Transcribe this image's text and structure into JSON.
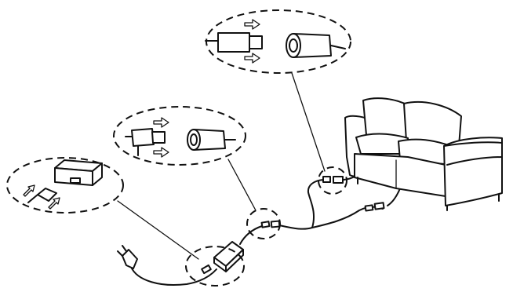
{
  "diagram": {
    "callouts": [
      {
        "name": "plug-to-adapter-connection",
        "icons": [
          "adapter-icon",
          "plug-connector-icon",
          "arrow-icon",
          "arrow-icon"
        ]
      },
      {
        "name": "adapter-to-cable-connection",
        "icons": [
          "male-connector-icon",
          "female-connector-icon",
          "arrow-icon",
          "arrow-icon"
        ]
      },
      {
        "name": "cable-to-sofa-connection",
        "icons": [
          "male-connector-icon",
          "female-connector-icon",
          "arrow-icon",
          "arrow-icon"
        ]
      }
    ],
    "items": [
      "power-plug",
      "power-adapter",
      "extension-cable",
      "sofa"
    ],
    "colors": {
      "ink": "#111111",
      "background": "#ffffff"
    }
  }
}
